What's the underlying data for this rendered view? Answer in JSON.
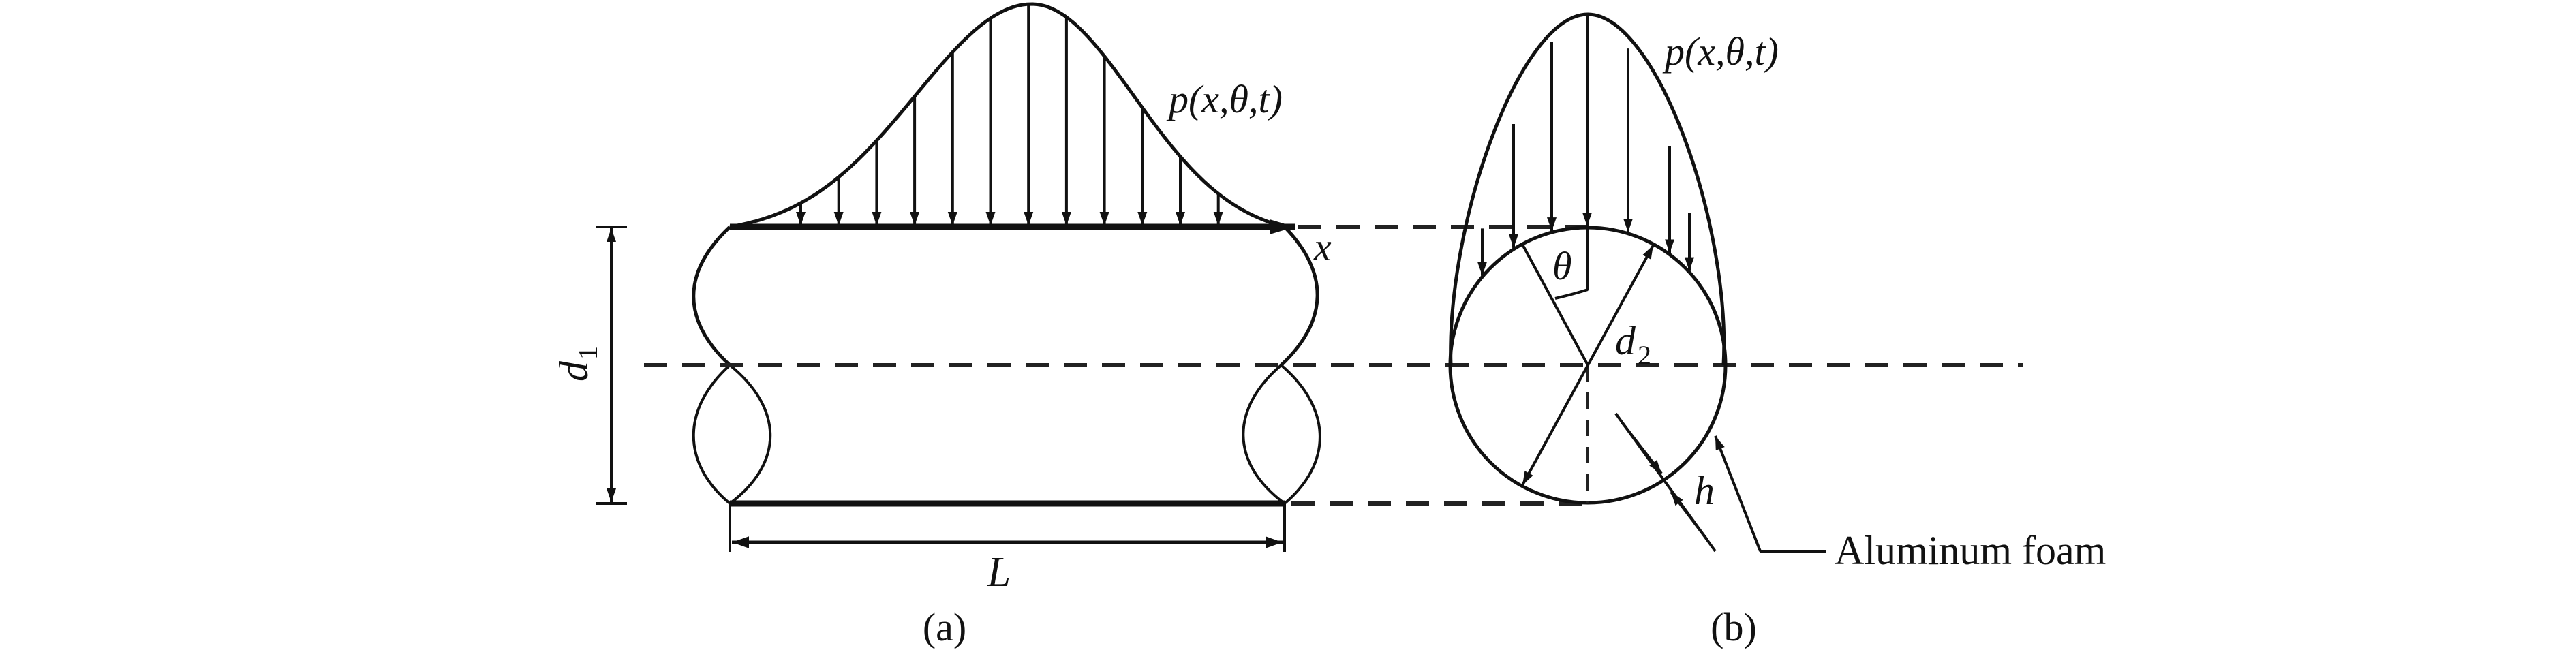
{
  "panel_a": {
    "load_label": "p(x,θ,t)",
    "axis_label": "x",
    "diameter_label": "d",
    "diameter_sub": "1",
    "length_label": "L",
    "caption": "(a)"
  },
  "panel_b": {
    "load_label": "p(x,θ,t)",
    "angle_label": "θ",
    "diameter_label": "d",
    "diameter_sub": "2",
    "thickness_label": "h",
    "material_label": "Aluminum foam",
    "caption": "(b)"
  },
  "colors": {
    "ink": "#111111",
    "background": "#ffffff"
  }
}
